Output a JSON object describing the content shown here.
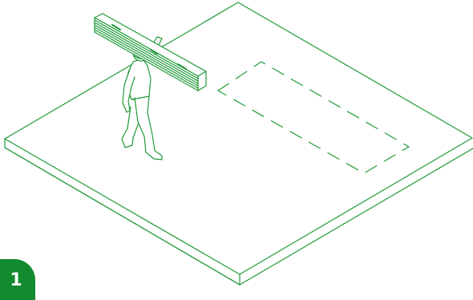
{
  "step": {
    "number": "1"
  },
  "colors": {
    "line": "#1f9a38",
    "badge": "#128a2e",
    "badge_text": "#ffffff",
    "background": "#ffffff"
  },
  "scene": {
    "subject": "person-carrying-lumber-stack",
    "outline": "dashed-rectangle-marked-on-slab"
  }
}
